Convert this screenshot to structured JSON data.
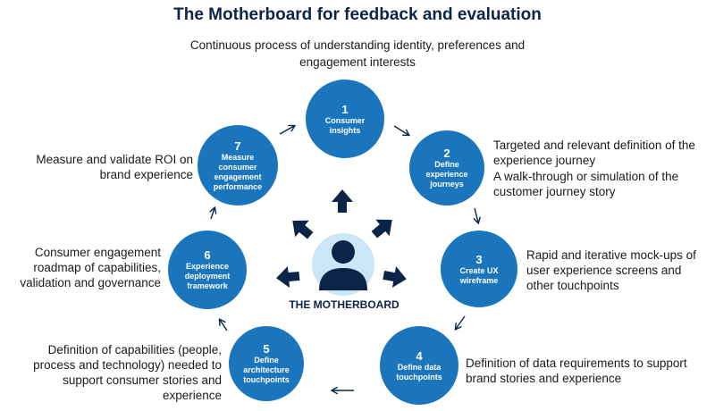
{
  "title": "The Motherboard for feedback and evaluation",
  "subtitle": "Continuous process of understanding identity, preferences and engagement interests",
  "center": {
    "label": "THE MOTHERBOARD",
    "icon": "person-icon"
  },
  "steps": [
    {
      "number": "1",
      "label": "Consumer insights"
    },
    {
      "number": "2",
      "label": "Define experience journeys"
    },
    {
      "number": "3",
      "label": "Create UX wireframe"
    },
    {
      "number": "4",
      "label": "Define data touchpoints"
    },
    {
      "number": "5",
      "label": "Define architecture touchpoints"
    },
    {
      "number": "6",
      "label": "Experience deployment framework"
    },
    {
      "number": "7",
      "label": "Measure consumer engagement performance"
    }
  ],
  "notes": {
    "step2": "Targeted and relevant definition of the experience journey",
    "step2b": "A walk-through or simulation of the customer journey story",
    "step3": "Rapid and iterative mock-ups of user experience screens and other touchpoints",
    "step4": "Definition of data requirements to support brand stories and experience",
    "step5": "Definition of capabilities (people, process and technology) needed to support consumer stories and experience",
    "step6": "Consumer engagement roadmap of capabilities, validation and governance",
    "step7": "Measure and validate ROI on brand experience"
  },
  "colors": {
    "node": "#1b75bc",
    "dark": "#0b2447",
    "center_bg": "#cde6f7"
  }
}
